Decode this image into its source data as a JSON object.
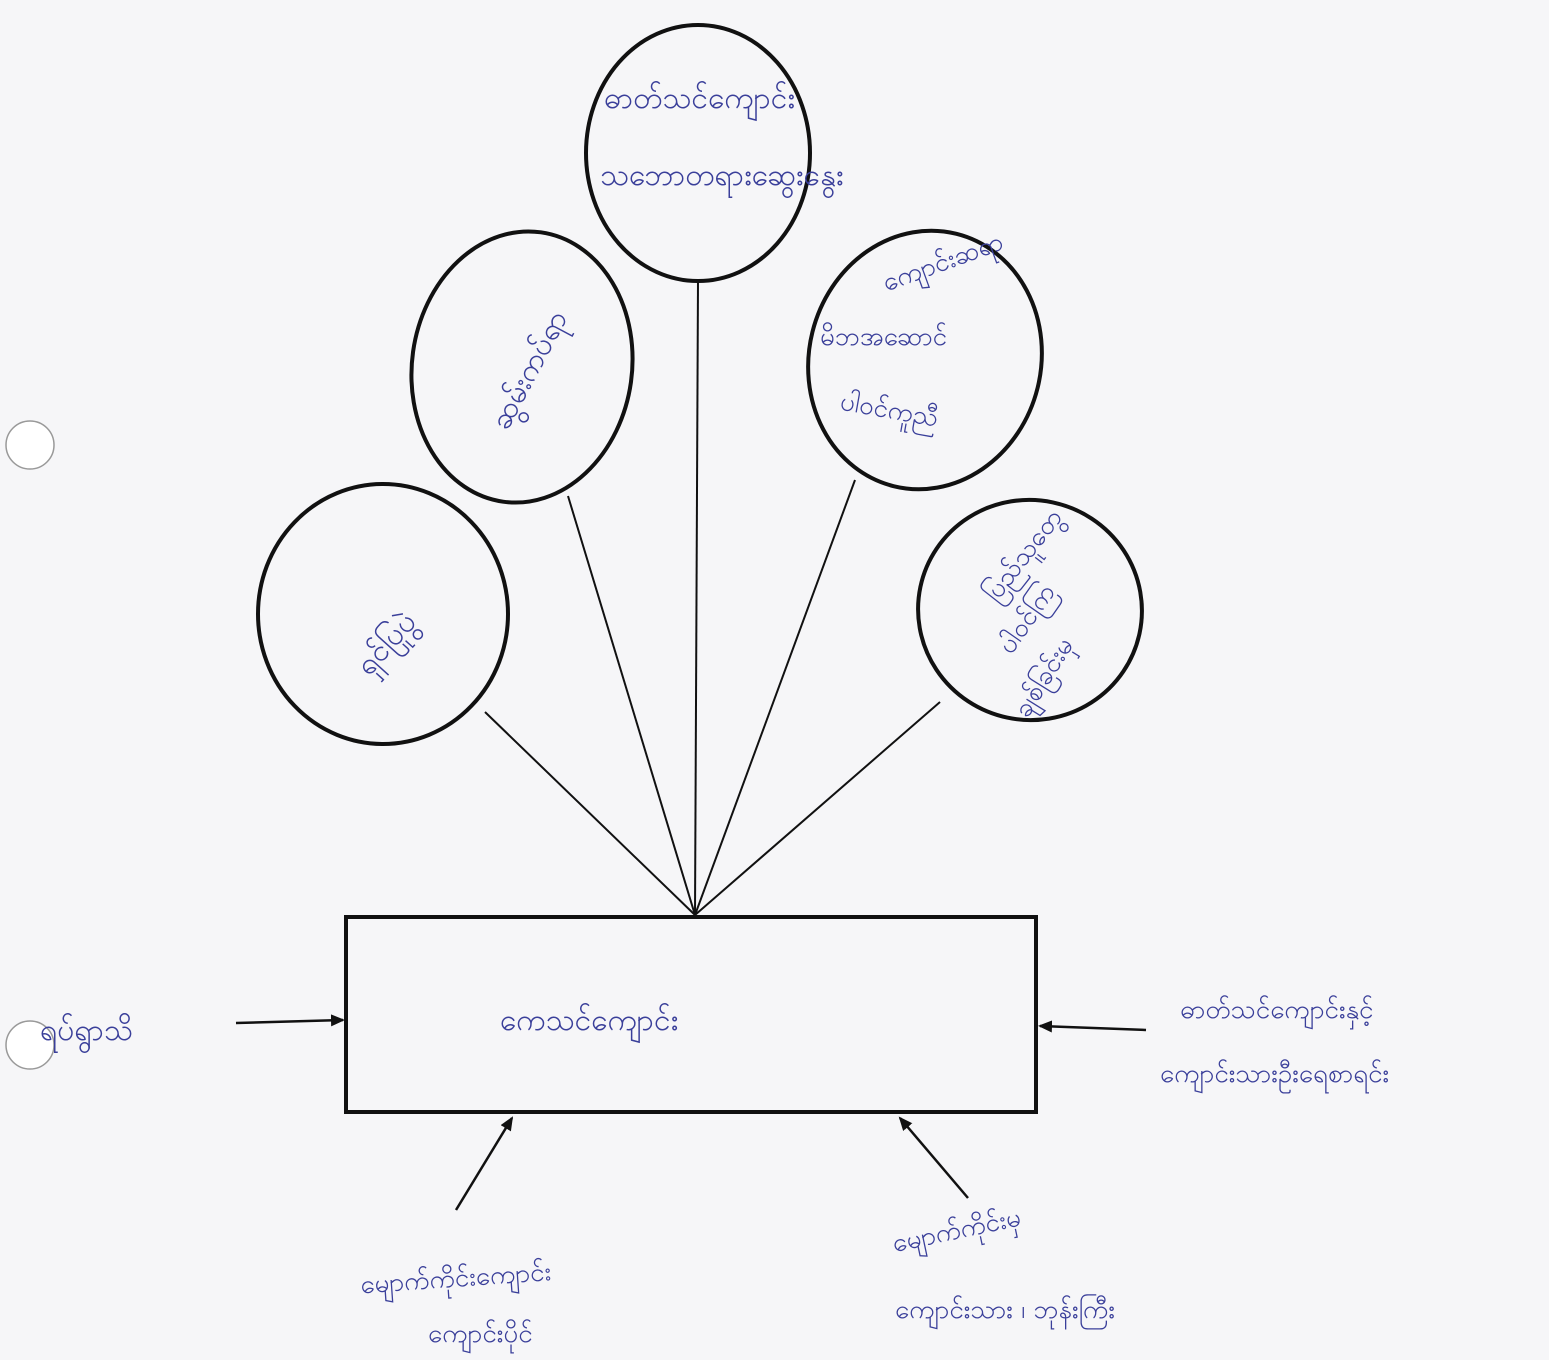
{
  "center_box": {
    "label": "ကေသင်ကျောင်း"
  },
  "balloons": [
    {
      "id": "left",
      "lines": [
        "ရှင်ပြုပွဲ"
      ]
    },
    {
      "id": "upper-left",
      "lines": [
        "ဆွမ်းကပ်ရာ"
      ]
    },
    {
      "id": "top",
      "lines": [
        "ဓာတ်သင်ကျောင်း",
        "သဘောတရားဆွေးနွေး"
      ]
    },
    {
      "id": "upper-right",
      "lines": [
        "ကျောင်းဆရာ",
        "မိဘအဆောင်",
        "ပါဝင်ကူညီ"
      ]
    },
    {
      "id": "right",
      "lines": [
        "ပြည်သူတွေ",
        "ပါဝင်ကြ",
        "ချစ်ခြင်းမှ"
      ]
    }
  ],
  "inputs": {
    "left": "ရပ်ရွာသိ",
    "right": [
      "ဓာတ်သင်ကျောင်းနှင့်",
      "ကျောင်းသားဦးရေစာရင်း"
    ],
    "bottom_left": [
      "မျောက်ကိုင်းကျောင်း",
      "ကျောင်းပိုင်"
    ],
    "bottom_right": [
      "မျောက်ကိုင်းမှ",
      "ကျောင်းသား ၊ ဘုန်းကြီး"
    ]
  },
  "colors": {
    "ink": "#111111",
    "pen": "#3a3f9a",
    "paper": "#f6f6f8"
  }
}
